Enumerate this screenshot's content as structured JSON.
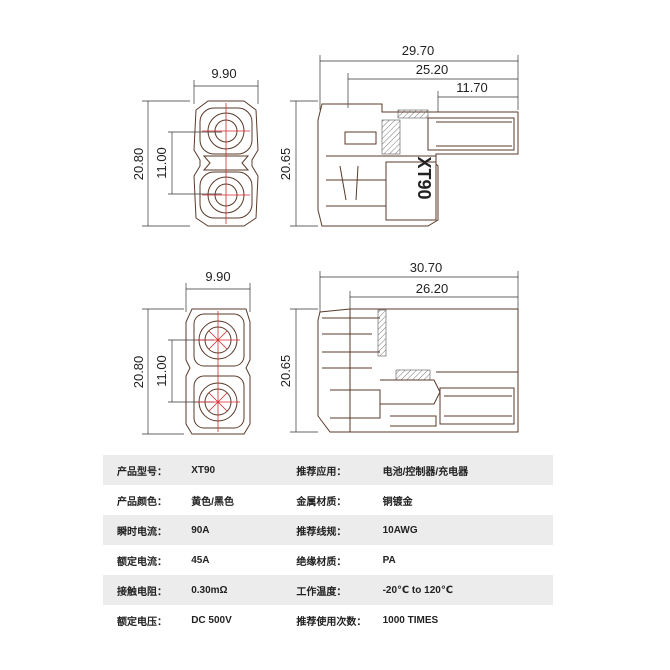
{
  "top_view": {
    "front": {
      "width": "9.90",
      "height": "20.80",
      "pin_pitch": "11.00"
    },
    "side": {
      "height": "20.65",
      "overall_length": "29.70",
      "body_length": "25.20",
      "pin_length": "11.70",
      "marking": "XT90"
    }
  },
  "bottom_view": {
    "front": {
      "width": "9.90",
      "height": "20.80",
      "pin_pitch": "11.00"
    },
    "side": {
      "height": "20.65",
      "overall_length": "30.70",
      "body_length": "26.20"
    }
  },
  "specs": [
    {
      "label1": "产品型号：",
      "value1": "XT90",
      "label2": "推荐应用：",
      "value2": "电池/控制器/充电器"
    },
    {
      "label1": "产品颜色：",
      "value1": "黄色/黑色",
      "label2": "金属材质：",
      "value2": "铜镀金"
    },
    {
      "label1": "瞬时电流：",
      "value1": "90A",
      "label2": "推荐线规：",
      "value2": "10AWG"
    },
    {
      "label1": "额定电流：",
      "value1": "45A",
      "label2": "绝缘材质：",
      "value2": "PA"
    },
    {
      "label1": "接触电阻：",
      "value1": "0.30mΩ",
      "label2": "工作温度：",
      "value2": "-20℃ to 120℃"
    },
    {
      "label1": "额定电压：",
      "value1": "DC 500V",
      "label2": "推荐使用次数：",
      "value2": "1000 TIMES"
    }
  ]
}
